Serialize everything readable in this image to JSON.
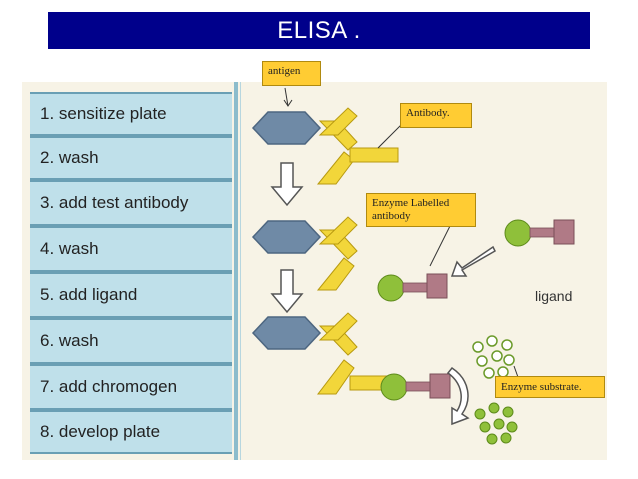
{
  "title": "ELISA .",
  "steps": [
    "1. sensitize plate",
    "2. wash",
    "3. add test antibody",
    "4. wash",
    "5. add ligand",
    "6. wash",
    "7. add chromogen",
    "8. develop plate"
  ],
  "callouts": {
    "antigen": "antigen",
    "antibody": "Antibody.",
    "enzyme_labelled": "Enzyme Labelled antibody",
    "enzyme_substrate": "Enzyme substrate."
  },
  "labels": {
    "ligand": "ligand"
  },
  "colors": {
    "title_bg": "#00008b",
    "antigen": "#6f8aa6",
    "antibody": "#f2d63a",
    "enzyme_circle": "#8fc03a",
    "enzyme_square": "#b07a86",
    "callout_bg": "#ffcc33",
    "step_bg": "#bfe0ea"
  }
}
